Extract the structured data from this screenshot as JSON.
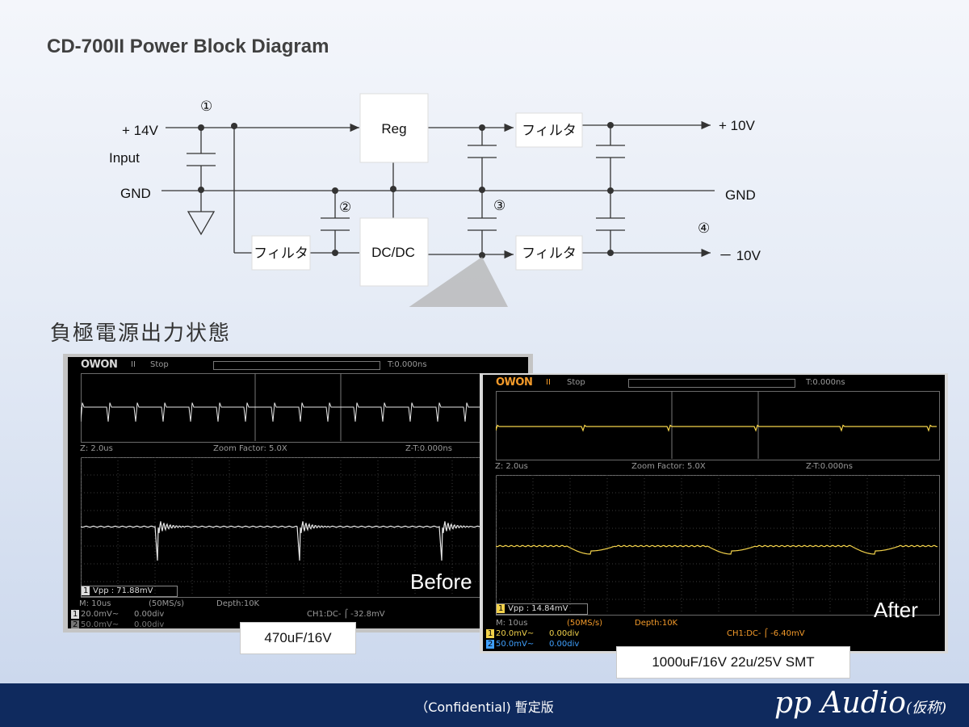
{
  "title": "CD-700II Power Block Diagram",
  "schematic": {
    "input_voltage": "+ 14V",
    "input_label": "Input",
    "gnd_left": "GND",
    "gnd_right": "GND",
    "output_pos": "+ 10V",
    "output_neg": "－ 10V",
    "blocks": {
      "reg": "Reg",
      "dcdc": "DC/DC",
      "filter": "フィルタ"
    },
    "markers": [
      "①",
      "②",
      "③",
      "④"
    ]
  },
  "section_heading": "負極電源出力状態",
  "scope_before": {
    "logo": "OWON",
    "run_state": "II",
    "status": "Stop",
    "trigger_time": "T:0.000ns",
    "zoom_left": "Z: 2.0us",
    "zoom_factor": "Zoom Factor: 5.0X",
    "zoom_time": "Z-T:0.000ns",
    "vpp": "Vpp : 71.88mV",
    "timebase": "M: 10us",
    "sample_rate": "(50MS/s)",
    "depth": "Depth:10K",
    "ch1_scale": "20.0mV~",
    "ch1_offset": "0.00div",
    "ch2_scale": "50.0mV~",
    "ch2_offset": "0.00div",
    "trigger": "CH1:DC- ⌠ -32.8mV",
    "ch1_num": "1",
    "ch2_num": "2",
    "overlay": "Before",
    "caption": "470uF/16V"
  },
  "scope_after": {
    "logo": "OWON",
    "run_state": "II",
    "status": "Stop",
    "trigger_time": "T:0.000ns",
    "zoom_left": "Z: 2.0us",
    "zoom_factor": "Zoom Factor: 5.0X",
    "zoom_time": "Z-T:0.000ns",
    "vpp": "Vpp : 14.84mV",
    "timebase": "M: 10us",
    "sample_rate": "(50MS/s)",
    "depth": "Depth:10K",
    "ch1_scale": "20.0mV~",
    "ch1_offset": "0.00div",
    "ch2_scale": "50.0mV~",
    "ch2_offset": "0.00div",
    "trigger": "CH1:DC- ⌠ -6.40mV",
    "ch1_num": "1",
    "ch2_num": "2",
    "overlay": "After",
    "caption": "1000uF/16V 22u/25V SMT"
  },
  "footer": {
    "center": "（Confidential) 暫定版",
    "brand": "pp  Audio",
    "brand_suffix": "(仮称)"
  },
  "colors": {
    "footer_bg": "#0f2a5e",
    "trace_before": "#e6e6e6",
    "trace_after": "#f3d24a"
  }
}
